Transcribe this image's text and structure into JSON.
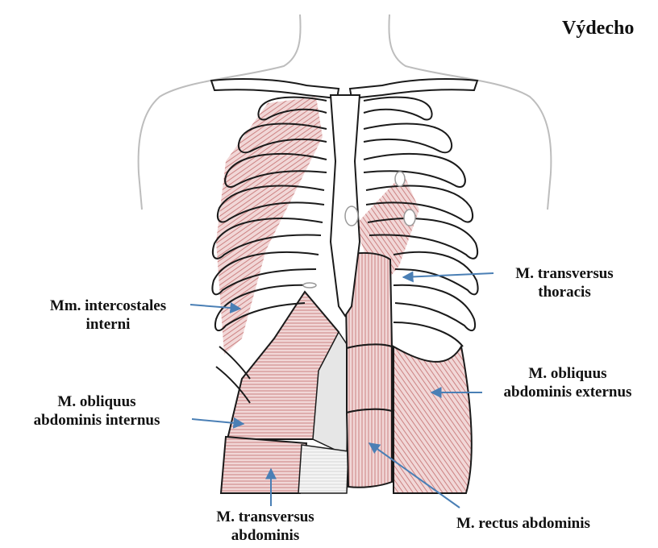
{
  "title": "Výdecho",
  "colors": {
    "muscle_fill": "#f1d7d7",
    "muscle_stripe": "#c87878",
    "outline": "#1a1a1a",
    "body_outline": "#bdbdbd",
    "arrow": "#4a7fb5",
    "gray_fill": "#e8e8e8"
  },
  "labels": {
    "intercostales": [
      "Mm. intercostales",
      "interni"
    ],
    "obliquus_internus": [
      "M. obliquus",
      "abdominis internus"
    ],
    "transversus_abdominis": [
      "M. transversus",
      "abdominis"
    ],
    "transversus_thoracis": [
      "M. transversus",
      "thoracis"
    ],
    "obliquus_externus": [
      "M. obliquus",
      "abdominis externus"
    ],
    "rectus_abdominis": "M. rectus abdominis"
  }
}
